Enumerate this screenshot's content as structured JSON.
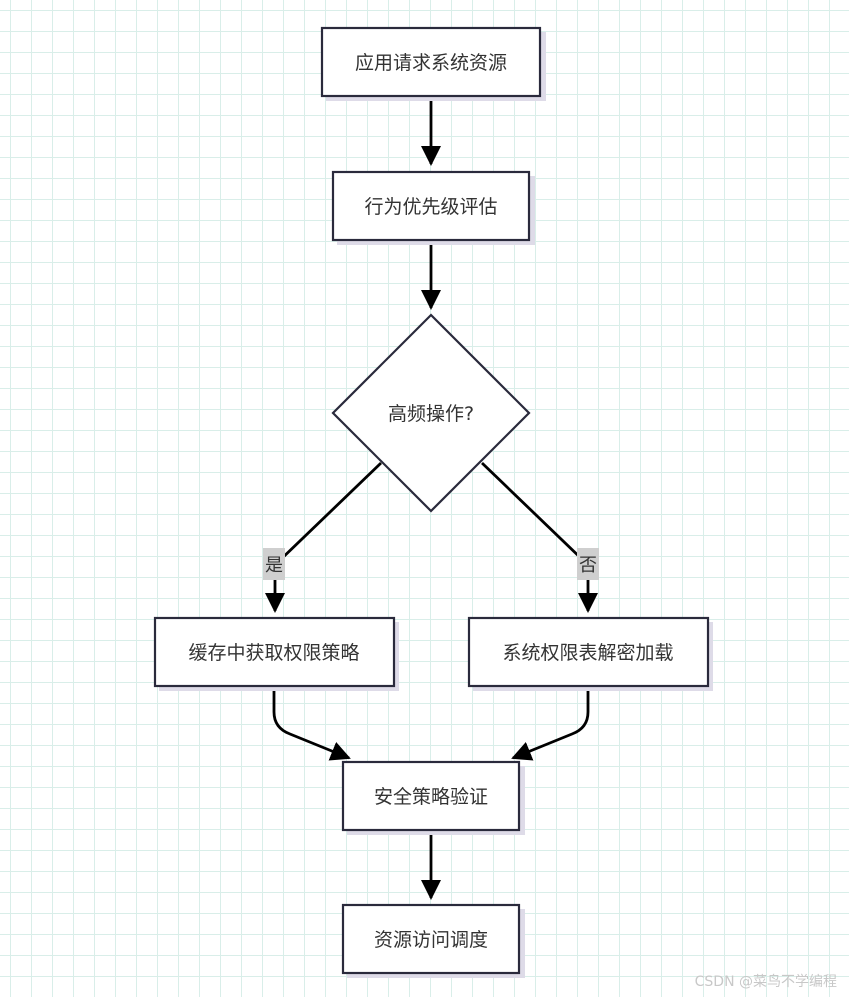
{
  "nodes": {
    "request": "应用请求系统资源",
    "evaluate": "行为优先级评估",
    "decision": "高频操作?",
    "cache": "缓存中获取权限策略",
    "decrypt": "系统权限表解密加载",
    "verify": "安全策略验证",
    "schedule": "资源访问调度"
  },
  "edges": {
    "yes_label": "是",
    "no_label": "否"
  },
  "watermark": "CSDN @菜鸟不学编程",
  "colors": {
    "node_border": "#2a2a3c",
    "node_fill": "#ffffff",
    "edge": "#000000",
    "label_bg": "#cfcfcf",
    "grid": "#d9eee9"
  }
}
